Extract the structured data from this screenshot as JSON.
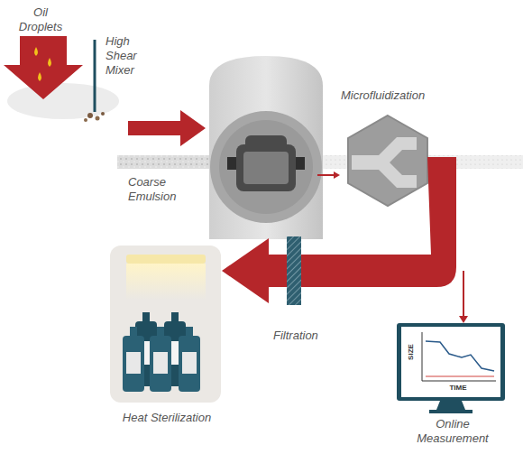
{
  "diagram": {
    "labels": [
      "Oil Droplets",
      "High Shear Mixer",
      "Coarse Emulsion",
      "Microfluidization",
      "Filtration",
      "Heat Sterilization",
      "Online Measurement",
      "SIZE",
      "TIME"
    ]
  }
}
